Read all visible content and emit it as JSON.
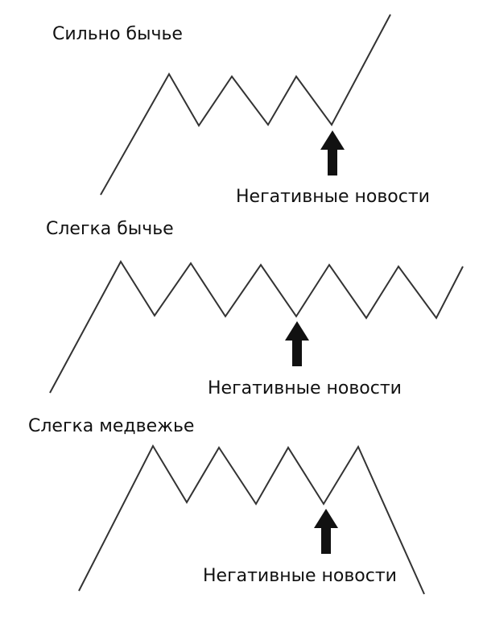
{
  "panels": [
    {
      "id": "strongly-bullish",
      "title": "Сильно бычье",
      "news_label": "Негативные новости"
    },
    {
      "id": "slightly-bullish",
      "title": "Слегка бычье",
      "news_label": "Негативные новости"
    },
    {
      "id": "slightly-bearish",
      "title": "Слегка медвежье",
      "news_label": "Негативные новости"
    }
  ],
  "colors": {
    "line": "#333333",
    "arrow": "#111111",
    "text": "#111111",
    "background": "#ffffff"
  },
  "icons": {
    "news_marker": "up-arrow-icon"
  }
}
